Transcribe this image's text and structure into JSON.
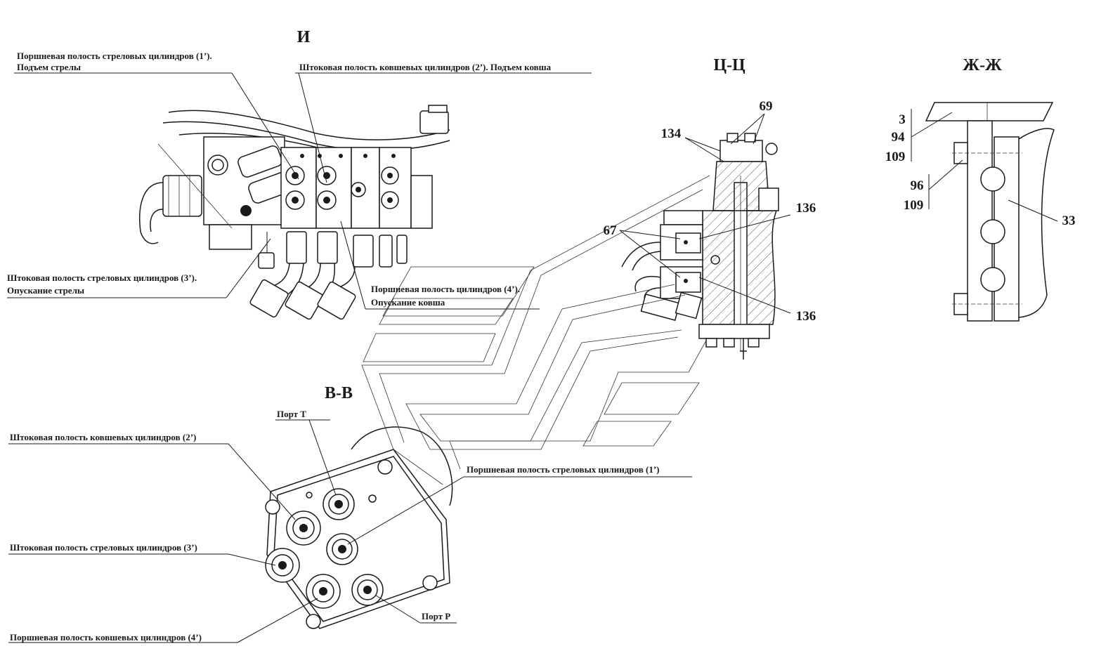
{
  "views": {
    "I": {
      "title": "И"
    },
    "TsTs": {
      "title": "Ц-Ц"
    },
    "ZhZh": {
      "title": "Ж-Ж"
    },
    "VV": {
      "title": "В-В"
    }
  },
  "view_I_callouts": {
    "piston_boom_1_line1": "Поршневая полость стреловых цилиндров (1’).",
    "piston_boom_1_line2": "Подъем стрелы",
    "rod_bucket_2": "Штоковая полость ковшевых цилиндров (2’). Подъем ковша",
    "rod_boom_3_line1": "Штоковая полость стреловых цилиндров (3’).",
    "rod_boom_3_line2": "Опускание стрелы",
    "piston_bucket_4_line1": "Поршневая полость цилиндров (4’).",
    "piston_bucket_4_line2": "Опускание ковша"
  },
  "view_TsTs_callouts": {
    "n69": "69",
    "n134": "134",
    "n136_top": "136",
    "n67": "67",
    "n136_bottom": "136"
  },
  "view_ZhZh_callouts": {
    "n3": "3",
    "n94": "94",
    "n109_top": "109",
    "n96": "96",
    "n109_bottom": "109",
    "n33": "33"
  },
  "view_VV_callouts": {
    "port_t": "Порт Т",
    "rod_bucket_2": "Штоковая полость ковшевых цилиндров (2’)",
    "piston_boom_1": "Поршневая полость стреловых цилиндров (1’)",
    "rod_boom_3": "Штоковая полость стреловых цилиндров (3’)",
    "port_p": "Порт Р",
    "piston_bucket_4": "Поршневая полость ковшевых цилиндров (4’)"
  }
}
